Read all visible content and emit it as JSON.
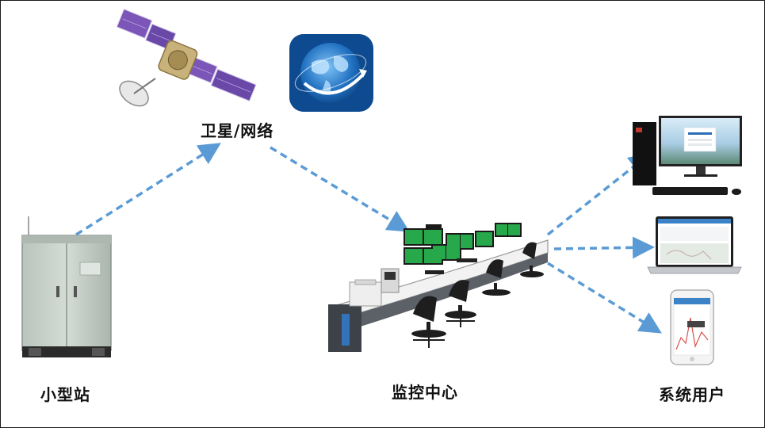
{
  "nodes": {
    "satellite_network": {
      "label": "卫星/网络"
    },
    "small_station": {
      "label": "小型站"
    },
    "monitoring_center": {
      "label": "监控中心"
    },
    "system_users": {
      "label": "系统用户"
    }
  },
  "edges": [
    {
      "from": "small_station",
      "to": "satellite_network"
    },
    {
      "from": "satellite_network",
      "to": "monitoring_center"
    },
    {
      "from": "monitoring_center",
      "to": "system_users",
      "target": "desktop"
    },
    {
      "from": "monitoring_center",
      "to": "system_users",
      "target": "laptop"
    },
    {
      "from": "monitoring_center",
      "to": "system_users",
      "target": "phone"
    }
  ],
  "colors": {
    "arrow": "#5b9bd5",
    "cabinet": "#c9d3cc",
    "panel": "#7b55b8",
    "console": "#e8e8e8",
    "screen": "#27a84a",
    "globe": "#1d5fa8"
  }
}
